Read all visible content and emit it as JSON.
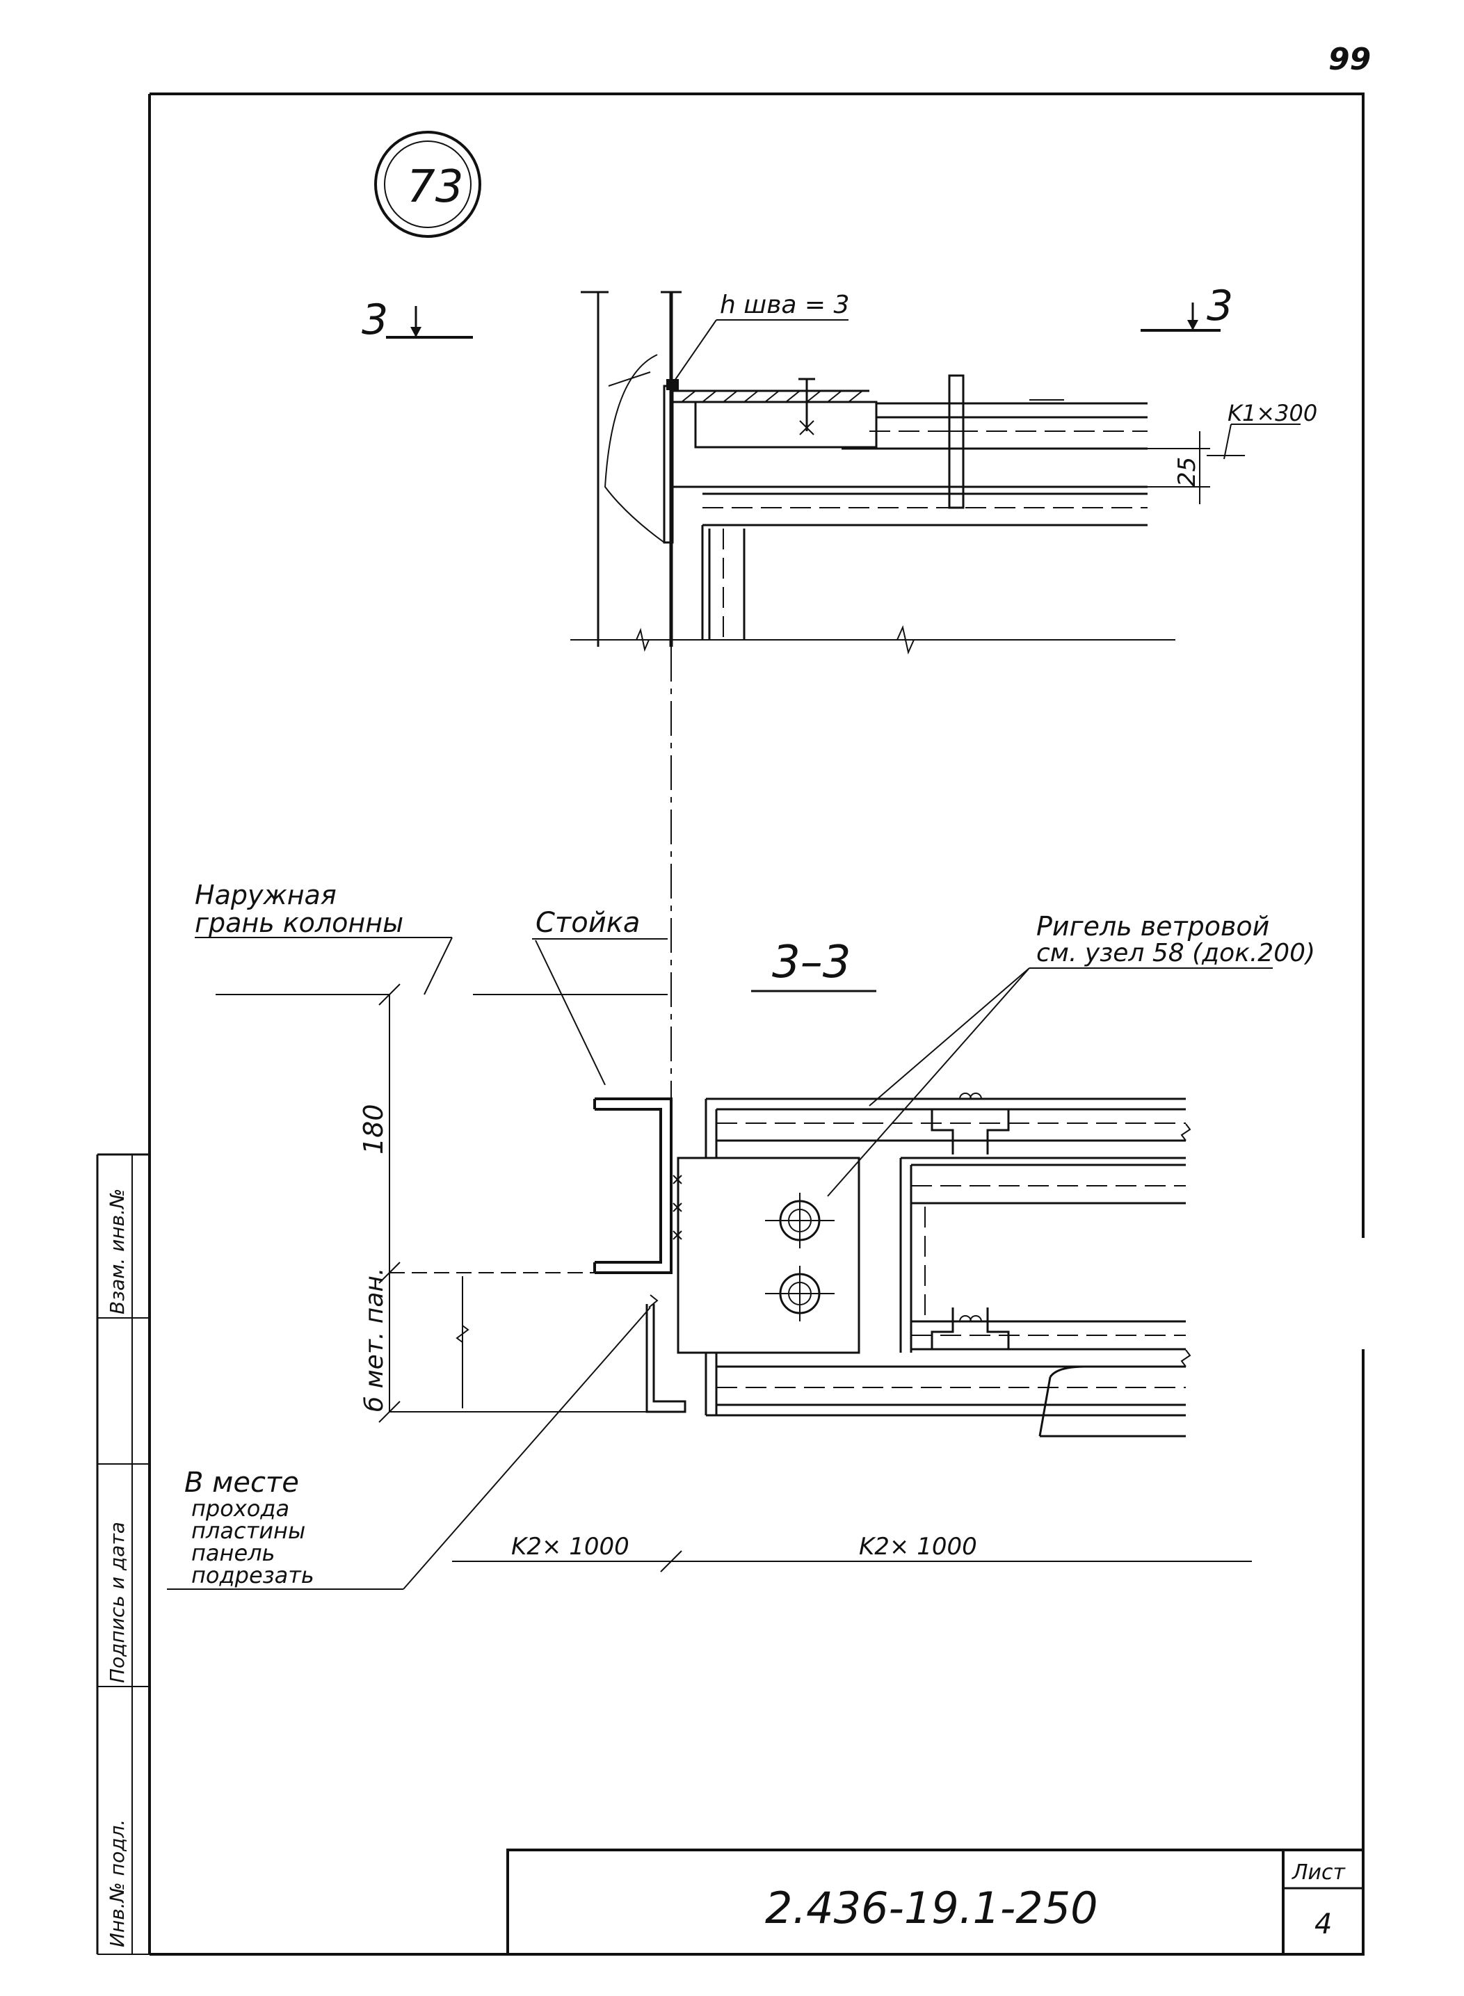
{
  "sheet": {
    "page_number": "99",
    "node_number": "73",
    "section_mark": "3",
    "section_title": "3–3",
    "document_code": "2.436-19.1-250",
    "list_label": "Лист",
    "list_number": "4"
  },
  "labels": {
    "weld": "h шва = 3",
    "k300": "K1×300",
    "dim25": "25",
    "outer_face_1": "Наружная",
    "outer_face_2": "грань колонны",
    "stoika": "Стойка",
    "rigel_1": "Ригель ветровой",
    "rigel_2": "см. узел 58 (док.200)",
    "dim180": "180",
    "dim_panel": "б мет. пан.",
    "note_1": "В месте",
    "note_2": "прохода",
    "note_3": "пластины",
    "note_4": "панель",
    "note_5": "подрезать",
    "k1000_left": "K2× 1000",
    "k1000_right": "K2× 1000"
  },
  "side_stamp": {
    "inv_podl": "Инв.№ подл.",
    "podpis": "Подпись и дата",
    "vzam": "Взам. инв.№"
  }
}
